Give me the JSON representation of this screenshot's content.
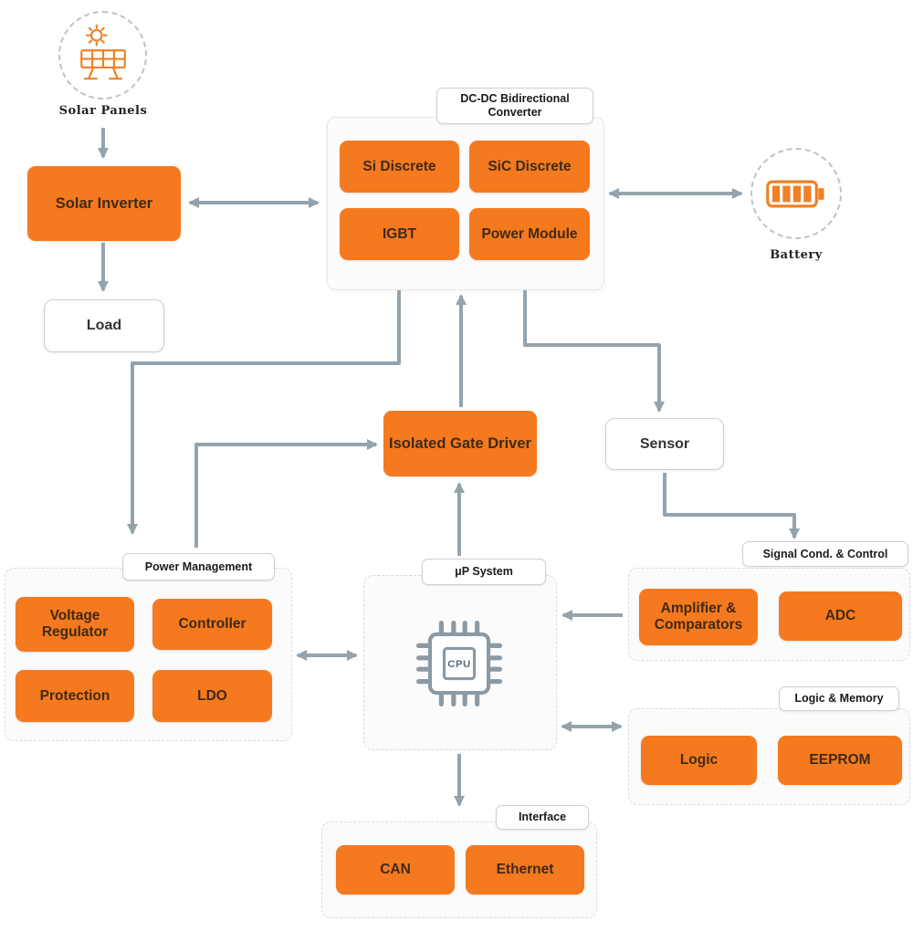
{
  "colors": {
    "accent_orange": "#f5791e",
    "arrow_gray": "#94a3ad",
    "block_text": "#3e2a17",
    "icon_orange": "#ef8125"
  },
  "icons": {
    "solar_panels": {
      "label": "Solar Panels"
    },
    "battery": {
      "label": "Battery"
    },
    "cpu": {
      "label": "CPU"
    }
  },
  "nodes": {
    "solar_inverter": "Solar Inverter",
    "load": "Load",
    "isolated_gate_driver": "Isolated Gate Driver",
    "sensor": "Sensor"
  },
  "groups": {
    "dcdc_converter": {
      "label": "DC-DC Bidirectional Converter",
      "blocks": [
        "Si Discrete",
        "SiC Discrete",
        "IGBT",
        "Power Module"
      ]
    },
    "power_management": {
      "label": "Power Management",
      "blocks": [
        "Voltage Regulator",
        "Controller",
        "Protection",
        "LDO"
      ]
    },
    "up_system": {
      "label": "μP System"
    },
    "signal_cond": {
      "label": "Signal Cond. & Control",
      "blocks": [
        "Amplifier & Comparators",
        "ADC"
      ]
    },
    "logic_memory": {
      "label": "Logic & Memory",
      "blocks": [
        "Logic",
        "EEPROM"
      ]
    },
    "interface": {
      "label": "Interface",
      "blocks": [
        "CAN",
        "Ethernet"
      ]
    }
  }
}
